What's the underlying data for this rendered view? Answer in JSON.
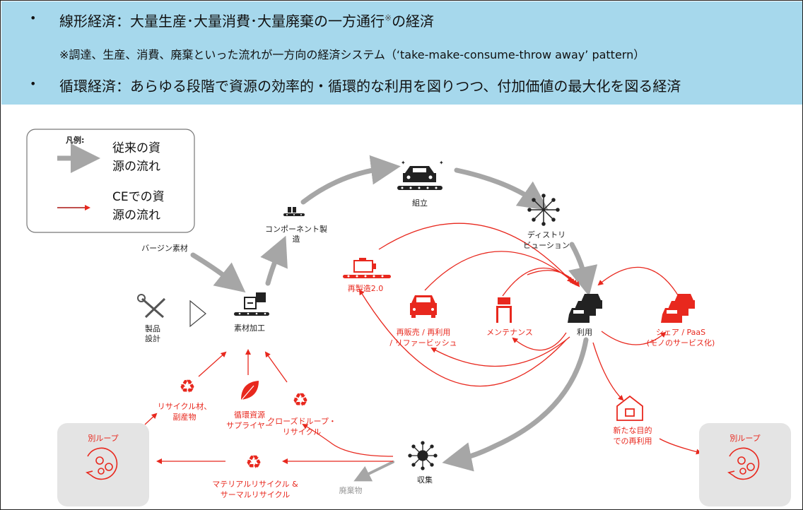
{
  "header": {
    "line1_bullet": "•",
    "line1": "線形経済：大量生産･大量消費･大量廃棄の一方通行",
    "line1_mark": "※",
    "line1_tail": "の経済",
    "note": "※調達、生産、消費、廃棄といった流れが一方向の経済システム（‘take-make-consume-throw away’ pattern）",
    "line2_bullet": "•",
    "line2": "循環経済：あらゆる段階で資源の効率的・循環的な利用を図りつつ、付加価値の最大化を図る経済"
  },
  "legend": {
    "title": "凡例:",
    "gray_line1": "従来の資",
    "gray_line2": "源の流れ",
    "red_line1": "CEでの資",
    "red_line2": "源の流れ"
  },
  "nodes": {
    "assembly": "組立",
    "component_line1": "コンポーネント製",
    "component_line2": "造",
    "distribution_line1": "ディストリ",
    "distribution_line2": "ビューション",
    "virgin": "バージン素材",
    "remanufacture": "再製造2.0",
    "design_line1": "製品",
    "design_line2": "設計",
    "material_processing": "素材加工",
    "resale_line1": "再販売 / 再利用",
    "resale_line2": "/ リファービッシュ",
    "maintenance": "メンテナンス",
    "use": "利用",
    "share_line1": "シェア / PaaS",
    "share_line2": "(モノのサービス化)",
    "recycled_line1": "リサイクル材、",
    "recycled_line2": "副産物",
    "circular_supplier_line1": "循環資源",
    "circular_supplier_line2": "サプライヤー",
    "closed_loop_line1": "クローズドループ・",
    "closed_loop_line2": "リサイクル",
    "repurpose_line1": "新たな目的",
    "repurpose_line2": "での再利用",
    "other_loop_left": "別ループ",
    "other_loop_right": "別ループ",
    "material_recycle_line1": "マテリアルリサイクル &",
    "material_recycle_line2": "サーマルリサイクル",
    "collection": "収集",
    "waste": "廃棄物"
  },
  "colors": {
    "gray_flow": "#a6a6a6",
    "red_flow": "#e8281e",
    "header_bg": "#a6d8ec"
  }
}
